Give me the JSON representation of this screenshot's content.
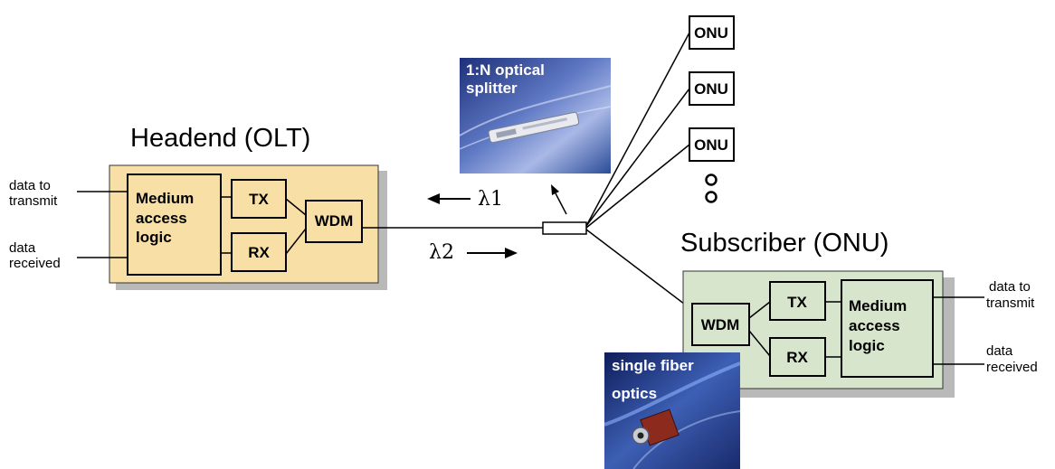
{
  "headend": {
    "title": "Headend (OLT)",
    "mac": [
      "Medium",
      "access",
      "logic"
    ],
    "tx": "TX",
    "rx": "RX",
    "wdm": "WDM",
    "input_top": [
      "data to",
      "transmit"
    ],
    "input_bottom": [
      "data",
      "received"
    ]
  },
  "subscriber": {
    "title": "Subscriber (ONU)",
    "mac": [
      "Medium",
      "access",
      "logic"
    ],
    "tx": "TX",
    "rx": "RX",
    "wdm": "WDM",
    "output_top": [
      "data to",
      "transmit"
    ],
    "output_bottom": [
      "data",
      "received"
    ]
  },
  "wavelengths": {
    "upper": "λ1",
    "lower": "λ2"
  },
  "onus": [
    "ONU",
    "ONU",
    "ONU"
  ],
  "photos": {
    "splitter": [
      "1:N optical",
      "splitter"
    ],
    "fiber": [
      "single fiber",
      "optics"
    ]
  },
  "colors": {
    "headend_fill": "#f8dfa6",
    "subscriber_fill": "#d7e5cc",
    "shadow": "#b9b9b9",
    "photo_blue": "#2b4c98"
  }
}
